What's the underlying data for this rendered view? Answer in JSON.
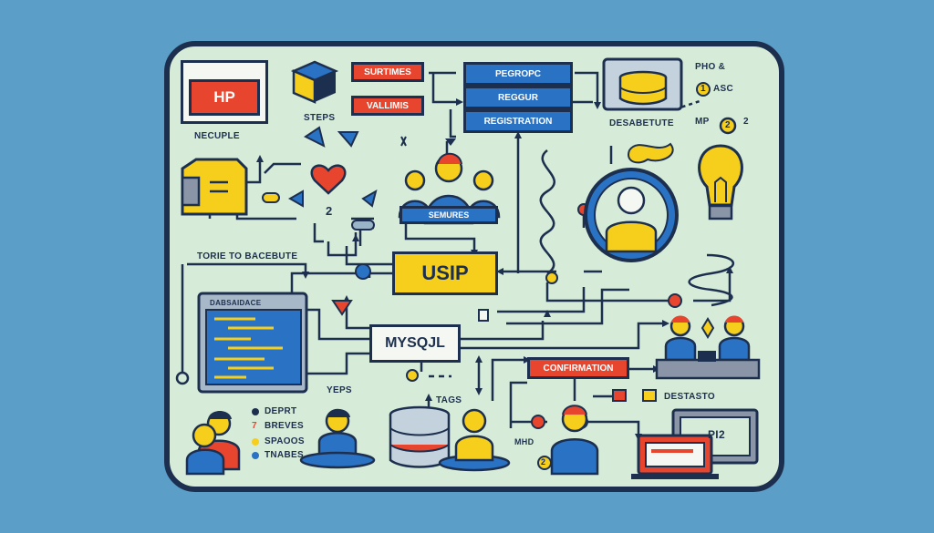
{
  "colors": {
    "background": "#5b9ec7",
    "board": "#d6ecd8",
    "outline": "#1d2f4f",
    "red": "#e8452e",
    "blue": "#2a72c4",
    "yellow": "#f5cf1c"
  },
  "hp_window": {
    "label": "HP",
    "caption": "NECUPLE"
  },
  "tags_top": [
    "SURTIMES",
    "VALLIMIS"
  ],
  "steps_label": "STEPS",
  "registration_stack": [
    "PEGROPC",
    "REGGUR",
    "REGISTRATION"
  ],
  "database_top": {
    "caption": "DESABETUTE"
  },
  "legend_top_right": {
    "line1": "PHO &",
    "line2": "ASC",
    "line3": "MP",
    "num1": "1",
    "num2": "2",
    "num3": "2"
  },
  "number_two": "2",
  "users_badge": "SEMURES",
  "torie_label": "TORIE TO BACEBUTE",
  "central_box": "USIP",
  "mysql_box": "MYSQJL",
  "code_panel_title": "DABSAIDACE",
  "yeps_label": "YEPS",
  "tags_label": "TAGS",
  "confirmation_box": "CONFIRMATION",
  "destasto_label": "DESTASTO",
  "mhd_label": "MHD",
  "mhd_num": "2",
  "legend_bottom_left": [
    {
      "marker": "dot",
      "text": "DEPRT"
    },
    {
      "marker": "7",
      "text": "BREVES"
    },
    {
      "marker": "dot",
      "text": "SPAOOS"
    },
    {
      "marker": "dot",
      "text": "TNABES"
    }
  ],
  "monitor_text": "PI2"
}
